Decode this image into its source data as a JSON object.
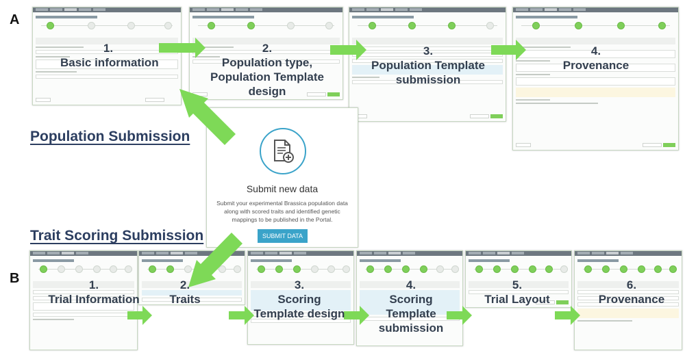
{
  "panels": {
    "a": "A",
    "b": "B"
  },
  "sections": {
    "population": "Population Submission",
    "trait": "Trait Scoring Submission"
  },
  "population_steps": [
    {
      "num": "1.",
      "label": "Basic information"
    },
    {
      "num": "2.",
      "label": "Population type,",
      "label2": "Population Template",
      "label3": "design"
    },
    {
      "num": "3.",
      "label": "Population Template",
      "label2": "submission"
    },
    {
      "num": "4.",
      "label": "Provenance"
    }
  ],
  "trait_steps": [
    {
      "num": "1.",
      "label": "Trial Information"
    },
    {
      "num": "2.",
      "label": "Traits"
    },
    {
      "num": "3.",
      "label": "Scoring",
      "label2": "Template design"
    },
    {
      "num": "4.",
      "label": "Scoring",
      "label2": "Template",
      "label3": "submission"
    },
    {
      "num": "5.",
      "label": "Trial Layout"
    },
    {
      "num": "6.",
      "label": "Provenance"
    }
  ],
  "card": {
    "heading": "Submit new data",
    "desc1": "Submit your experimental Brassica population data",
    "desc2": "along with scored traits and identified genetic",
    "desc3": "mappings to be published in the Portal.",
    "button": "SUBMIT DATA",
    "icon": "document-add-icon"
  },
  "colors": {
    "arrow": "#7ed957",
    "accent": "#3aa3c9",
    "title": "#2c3e60",
    "step_dot": "#7fcf5a"
  }
}
